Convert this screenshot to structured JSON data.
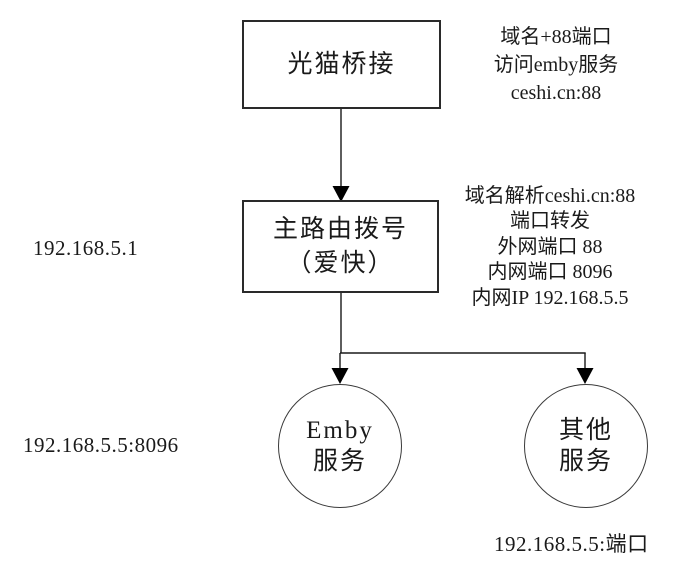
{
  "diagram": {
    "nodes": {
      "modem": {
        "label": "光猫桥接"
      },
      "router": {
        "line1": "主路由拨号",
        "line2": "（爱快）"
      },
      "emby": {
        "line1": "Emby",
        "line2": "服务"
      },
      "other": {
        "line1": "其他",
        "line2": "服务"
      }
    },
    "annotations": {
      "wan_access": {
        "line1": "域名+88端口",
        "line2": "访问emby服务",
        "line3": "ceshi.cn:88"
      },
      "port_forward": {
        "line1": "域名解析ceshi.cn:88",
        "line2": "端口转发",
        "line3": "外网端口 88",
        "line4": "内网端口 8096",
        "line5": "内网IP 192.168.5.5"
      }
    },
    "labels": {
      "router_ip": "192.168.5.1",
      "emby_address": "192.168.5.5:8096",
      "other_address": "192.168.5.5:端口"
    },
    "colors": {
      "line": "#000000",
      "text": "#1a1a1a",
      "background": "#ffffff"
    }
  }
}
